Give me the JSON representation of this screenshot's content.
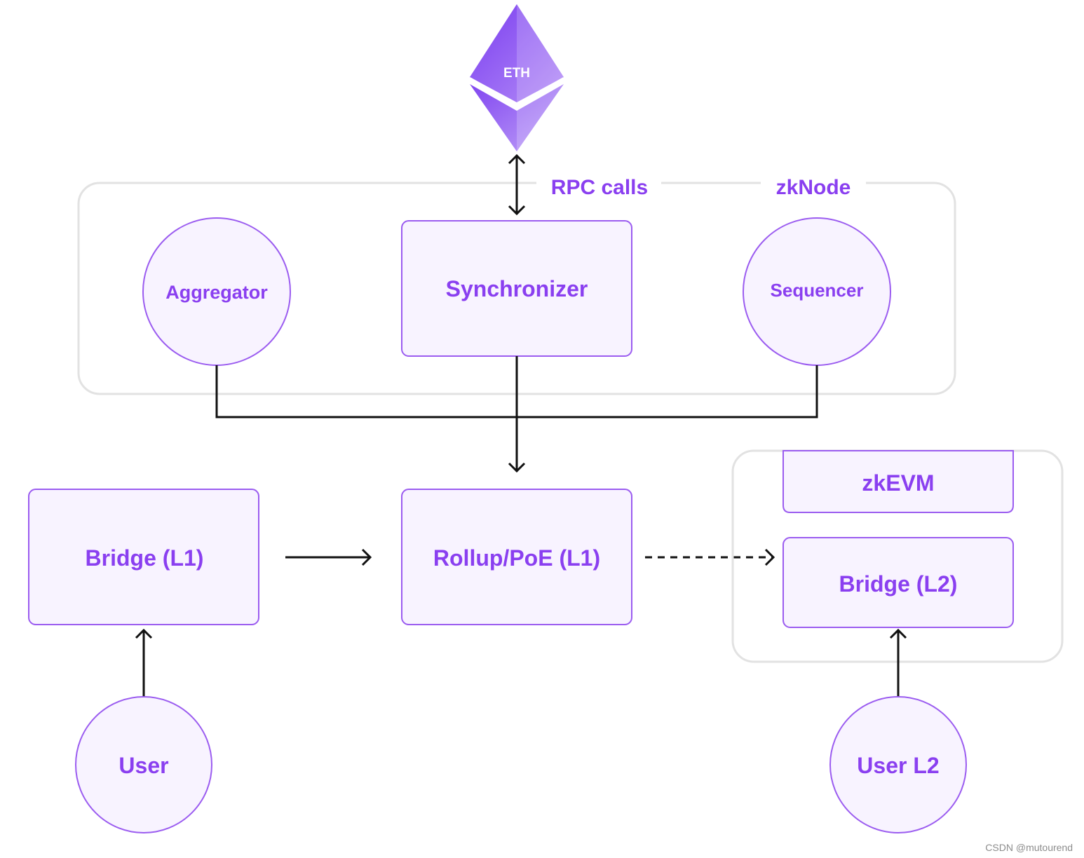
{
  "eth": {
    "label": "ETH"
  },
  "zknode": {
    "rpc_label": "RPC calls",
    "title": "zkNode"
  },
  "nodes": {
    "aggregator": "Aggregator",
    "synchronizer": "Synchronizer",
    "sequencer": "Sequencer",
    "bridge_l1": "Bridge (L1)",
    "rollup": "Rollup/PoE (L1)",
    "zkevm": "zkEVM",
    "bridge_l2": "Bridge (L2)",
    "user": "User",
    "user_l2": "User L2"
  },
  "watermark": "CSDN @mutourend",
  "colors": {
    "accent": "#8a3ff0",
    "node_fill": "#f8f3ff",
    "node_stroke": "#9b5cf0",
    "group_stroke": "#e2e2e2",
    "line": "#111111"
  }
}
